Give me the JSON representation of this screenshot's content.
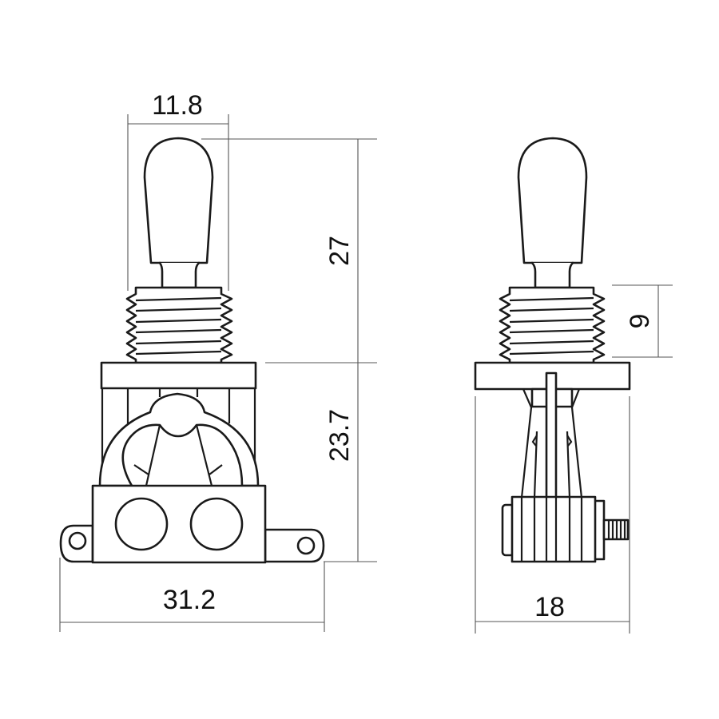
{
  "drawing": {
    "subject": "3-way toggle switch dimension drawing",
    "views": [
      "front-view",
      "side-view"
    ],
    "line_color": "#1a1a1a",
    "dimension_line_color": "#555555",
    "background": "#ffffff"
  },
  "front_view": {
    "dimensions": {
      "tip_width": "11.8",
      "upper_height": "27",
      "lower_height": "23.7",
      "base_width": "31.2"
    }
  },
  "side_view": {
    "dimensions": {
      "thread_height": "9",
      "body_depth": "18"
    }
  }
}
